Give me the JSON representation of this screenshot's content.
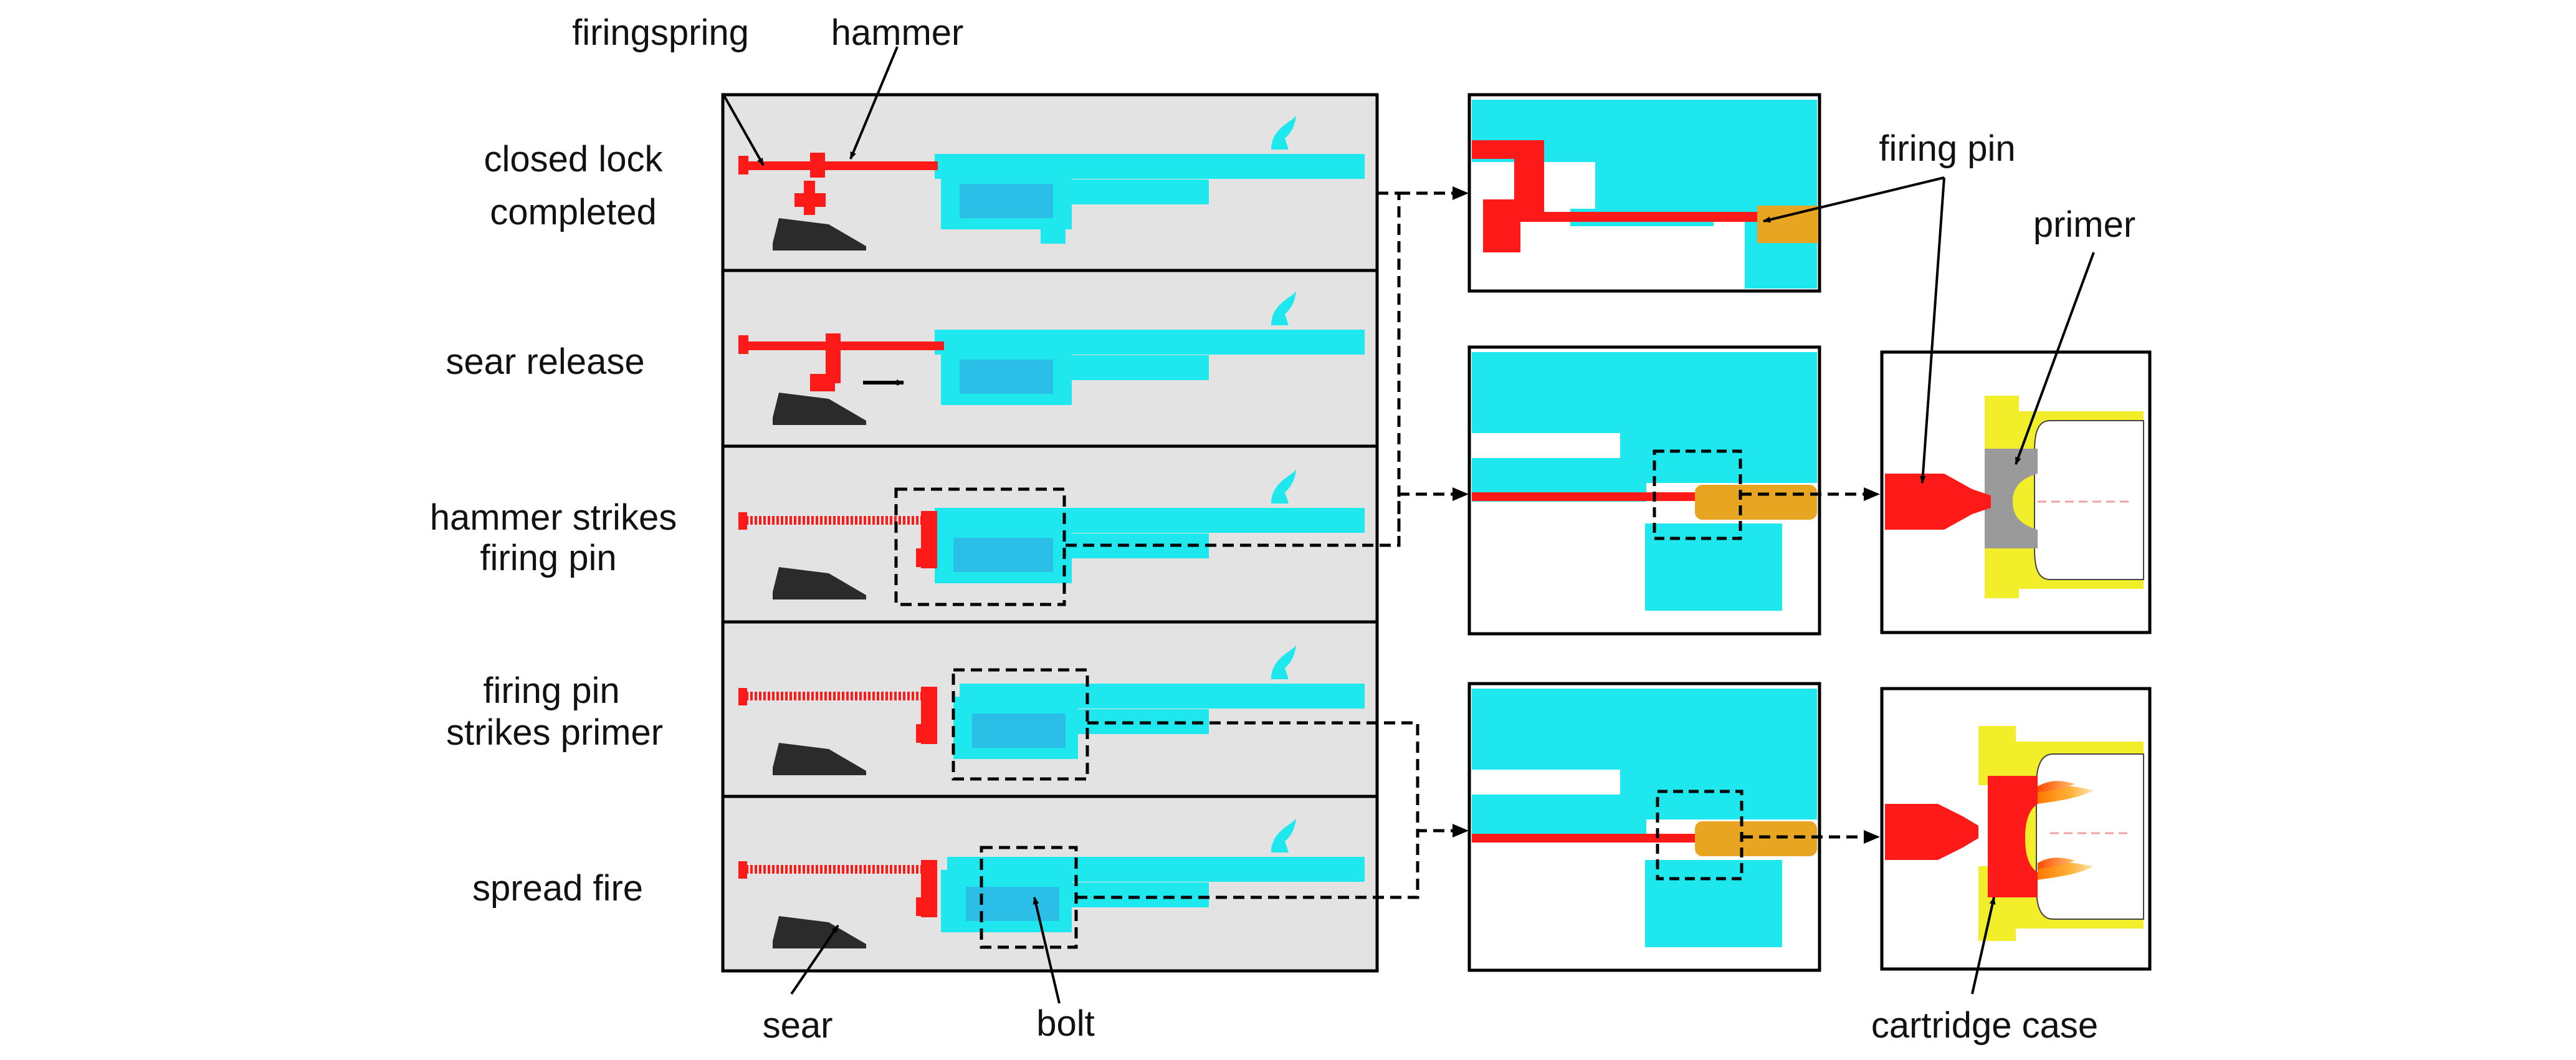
{
  "labels": {
    "firing_spring": "firingspring",
    "hammer": "hammer",
    "firing_pin": "firing pin",
    "primer": "primer",
    "sear": "sear",
    "bolt": "bolt",
    "cartridge_case": "cartridge case"
  },
  "stages": [
    {
      "line1": "closed lock",
      "line2": "completed"
    },
    {
      "line1": "sear release",
      "line2": ""
    },
    {
      "line1": "hammer strikes",
      "line2": "firing pin"
    },
    {
      "line1": "firing pin",
      "line2": "strikes primer"
    },
    {
      "line1": "spread fire",
      "line2": ""
    }
  ],
  "colors": {
    "hammer_red": "#ff1a1a",
    "bolt_cyan": "#1ee8ee",
    "cartridge_yellow": "#f2ee2a",
    "cartridge_orange": "#e8a521",
    "primer_gray": "#9a9a9a",
    "panel_gray": "#e3e3e3"
  }
}
